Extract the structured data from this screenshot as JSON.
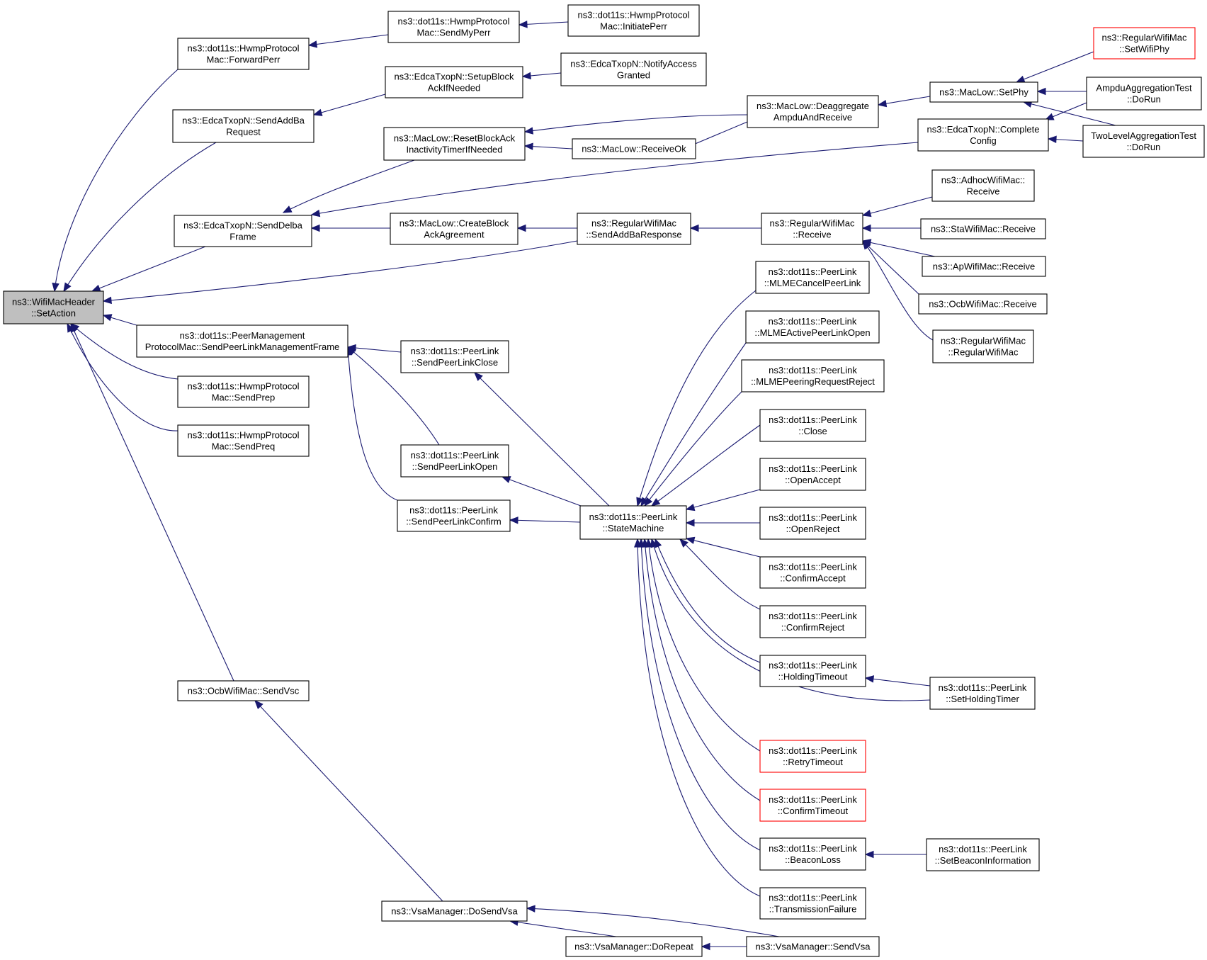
{
  "nodes": [
    {
      "id": "root",
      "lines": [
        "ns3::WifiMacHeader",
        "::SetAction"
      ],
      "root": true
    },
    {
      "id": "fwdPerr",
      "lines": [
        "ns3::dot11s::HwmpProtocol",
        "Mac::ForwardPerr"
      ]
    },
    {
      "id": "sendMyPerr",
      "lines": [
        "ns3::dot11s::HwmpProtocol",
        "Mac::SendMyPerr"
      ]
    },
    {
      "id": "initPerr",
      "lines": [
        "ns3::dot11s::HwmpProtocol",
        "Mac::InitiatePerr"
      ]
    },
    {
      "id": "addBaReq",
      "lines": [
        "ns3::EdcaTxopN::SendAddBa",
        "Request"
      ]
    },
    {
      "id": "setupBlock",
      "lines": [
        "ns3::EdcaTxopN::SetupBlock",
        "AckIfNeeded"
      ]
    },
    {
      "id": "notifyAccess",
      "lines": [
        "ns3::EdcaTxopN::NotifyAccess",
        "Granted"
      ]
    },
    {
      "id": "resetBlock",
      "lines": [
        "ns3::MacLow::ResetBlockAck",
        "InactivityTimerIfNeeded"
      ]
    },
    {
      "id": "receiveOk",
      "lines": [
        "ns3::MacLow::ReceiveOk"
      ]
    },
    {
      "id": "deaggr",
      "lines": [
        "ns3::MacLow::Deaggregate",
        "AmpduAndReceive"
      ]
    },
    {
      "id": "setPhy",
      "lines": [
        "ns3::MacLow::SetPhy"
      ]
    },
    {
      "id": "setWifiPhy",
      "lines": [
        "ns3::RegularWifiMac",
        "::SetWifiPhy"
      ],
      "red": true
    },
    {
      "id": "ampduTest",
      "lines": [
        "AmpduAggregationTest",
        "::DoRun"
      ]
    },
    {
      "id": "completeCfg",
      "lines": [
        "ns3::EdcaTxopN::Complete",
        "Config"
      ]
    },
    {
      "id": "twoLevel",
      "lines": [
        "TwoLevelAggregationTest",
        "::DoRun"
      ]
    },
    {
      "id": "sendDelba",
      "lines": [
        "ns3::EdcaTxopN::SendDelba",
        "Frame"
      ]
    },
    {
      "id": "createBlock",
      "lines": [
        "ns3::MacLow::CreateBlock",
        "AckAgreement"
      ]
    },
    {
      "id": "addBaResp",
      "lines": [
        "ns3::RegularWifiMac",
        "::SendAddBaResponse"
      ]
    },
    {
      "id": "regRecv",
      "lines": [
        "ns3::RegularWifiMac",
        "::Receive"
      ]
    },
    {
      "id": "adhocRecv",
      "lines": [
        "ns3::AdhocWifiMac::",
        "Receive"
      ]
    },
    {
      "id": "staRecv",
      "lines": [
        "ns3::StaWifiMac::Receive"
      ]
    },
    {
      "id": "apRecv",
      "lines": [
        "ns3::ApWifiMac::Receive"
      ]
    },
    {
      "id": "ocbRecv",
      "lines": [
        "ns3::OcbWifiMac::Receive"
      ]
    },
    {
      "id": "regCtor",
      "lines": [
        "ns3::RegularWifiMac",
        "::RegularWifiMac"
      ]
    },
    {
      "id": "peerMgmt",
      "lines": [
        "ns3::dot11s::PeerManagement",
        "ProtocolMac::SendPeerLinkManagementFrame"
      ]
    },
    {
      "id": "sendPrep",
      "lines": [
        "ns3::dot11s::HwmpProtocol",
        "Mac::SendPrep"
      ]
    },
    {
      "id": "sendPreq",
      "lines": [
        "ns3::dot11s::HwmpProtocol",
        "Mac::SendPreq"
      ]
    },
    {
      "id": "plClose",
      "lines": [
        "ns3::dot11s::PeerLink",
        "::SendPeerLinkClose"
      ]
    },
    {
      "id": "plOpen",
      "lines": [
        "ns3::dot11s::PeerLink",
        "::SendPeerLinkOpen"
      ]
    },
    {
      "id": "plConfirm",
      "lines": [
        "ns3::dot11s::PeerLink",
        "::SendPeerLinkConfirm"
      ]
    },
    {
      "id": "stateMachine",
      "lines": [
        "ns3::dot11s::PeerLink",
        "::StateMachine"
      ]
    },
    {
      "id": "mlmeCancel",
      "lines": [
        "ns3::dot11s::PeerLink",
        "::MLMECancelPeerLink"
      ]
    },
    {
      "id": "mlmeActive",
      "lines": [
        "ns3::dot11s::PeerLink",
        "::MLMEActivePeerLinkOpen"
      ]
    },
    {
      "id": "mlmePeering",
      "lines": [
        "ns3::dot11s::PeerLink",
        "::MLMEPeeringRequestReject"
      ]
    },
    {
      "id": "plCloseFn",
      "lines": [
        "ns3::dot11s::PeerLink",
        "::Close"
      ]
    },
    {
      "id": "openAccept",
      "lines": [
        "ns3::dot11s::PeerLink",
        "::OpenAccept"
      ]
    },
    {
      "id": "openReject",
      "lines": [
        "ns3::dot11s::PeerLink",
        "::OpenReject"
      ]
    },
    {
      "id": "confAccept",
      "lines": [
        "ns3::dot11s::PeerLink",
        "::ConfirmAccept"
      ]
    },
    {
      "id": "confReject",
      "lines": [
        "ns3::dot11s::PeerLink",
        "::ConfirmReject"
      ]
    },
    {
      "id": "holdTimeout",
      "lines": [
        "ns3::dot11s::PeerLink",
        "::HoldingTimeout"
      ]
    },
    {
      "id": "setHold",
      "lines": [
        "ns3::dot11s::PeerLink",
        "::SetHoldingTimer"
      ]
    },
    {
      "id": "retryTimeout",
      "lines": [
        "ns3::dot11s::PeerLink",
        "::RetryTimeout"
      ],
      "red": true
    },
    {
      "id": "confTimeout",
      "lines": [
        "ns3::dot11s::PeerLink",
        "::ConfirmTimeout"
      ],
      "red": true
    },
    {
      "id": "beaconLoss",
      "lines": [
        "ns3::dot11s::PeerLink",
        "::BeaconLoss"
      ]
    },
    {
      "id": "setBeacon",
      "lines": [
        "ns3::dot11s::PeerLink",
        "::SetBeaconInformation"
      ]
    },
    {
      "id": "txFail",
      "lines": [
        "ns3::dot11s::PeerLink",
        "::TransmissionFailure"
      ]
    },
    {
      "id": "sendVsc",
      "lines": [
        "ns3::OcbWifiMac::SendVsc"
      ]
    },
    {
      "id": "doSendVsa",
      "lines": [
        "ns3::VsaManager::DoSendVsa"
      ]
    },
    {
      "id": "doRepeat",
      "lines": [
        "ns3::VsaManager::DoRepeat"
      ]
    },
    {
      "id": "sendVsa",
      "lines": [
        "ns3::VsaManager::SendVsa"
      ]
    }
  ]
}
